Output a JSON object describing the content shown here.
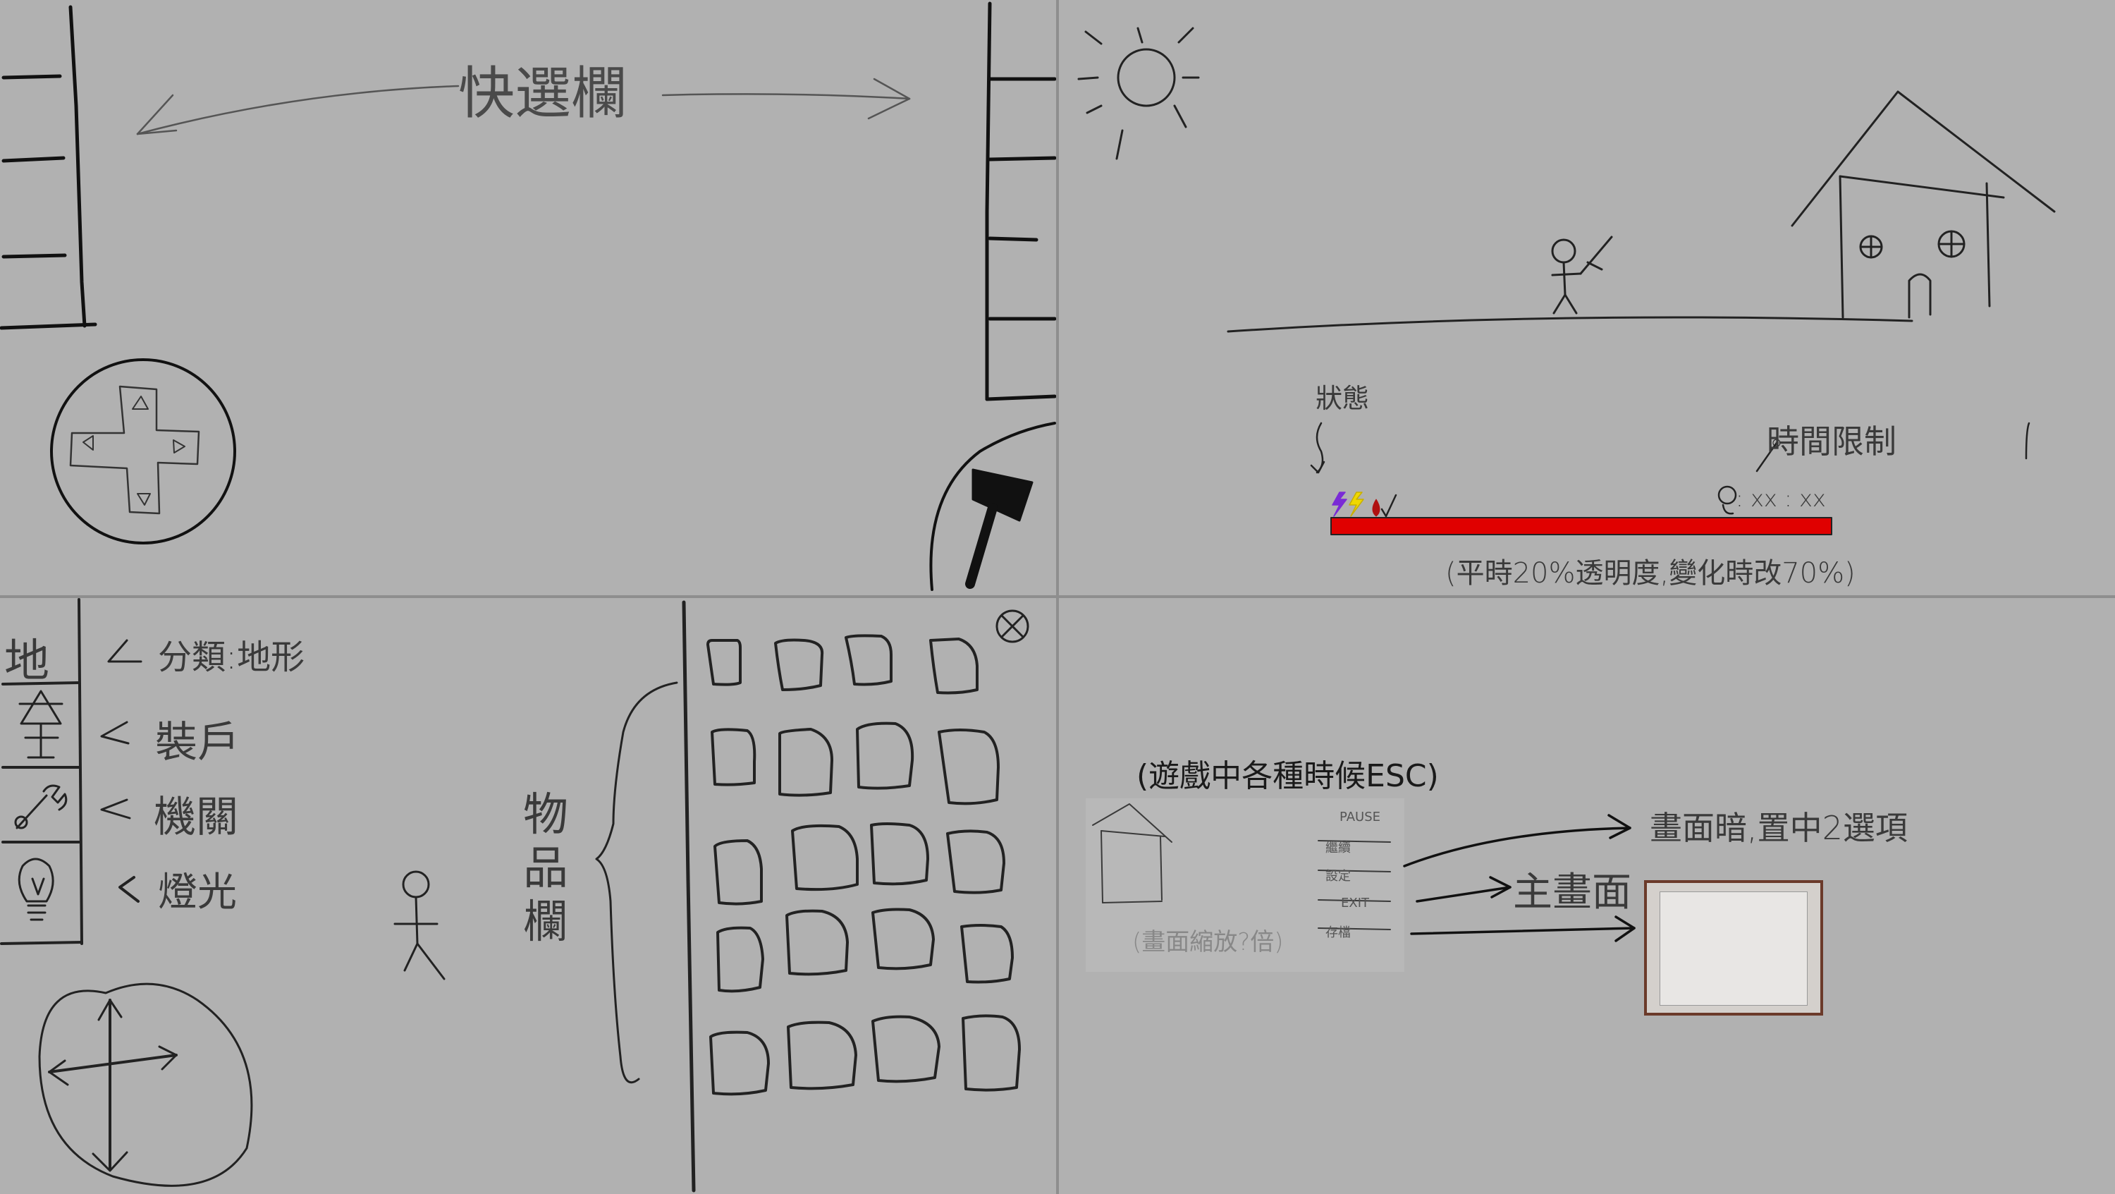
{
  "panel1": {
    "quickbar_label": "快選欄"
  },
  "panel2": {
    "status_label": "狀態",
    "time_limit_label": "時間限制",
    "timer_text": ": xx : xx",
    "opacity_note": "(平時20%透明度,變化時改70%)",
    "colors": {
      "bar": "#e00000",
      "bolt_purple": "#7a2bd6",
      "bolt_yellow": "#f0d800",
      "drop_red": "#b01010"
    }
  },
  "panel3": {
    "category_char": "地",
    "category_label": "分類:地形",
    "equip_label": "裝戶",
    "mechanism_label": "機關",
    "light_label": "燈光",
    "inventory_label": "物品欄",
    "close_icon": "close-icon"
  },
  "panel4": {
    "esc_note": "(遊戲中各種時候ESC)",
    "zoom_note": "(畫面縮放?倍)",
    "pause_title": "PAUSE",
    "menu_items": [
      "繼續",
      "設定",
      "EXIT",
      "存檔"
    ],
    "arrow1_label": "畫面暗,置中2選項",
    "arrow2_label": "主畫面"
  }
}
